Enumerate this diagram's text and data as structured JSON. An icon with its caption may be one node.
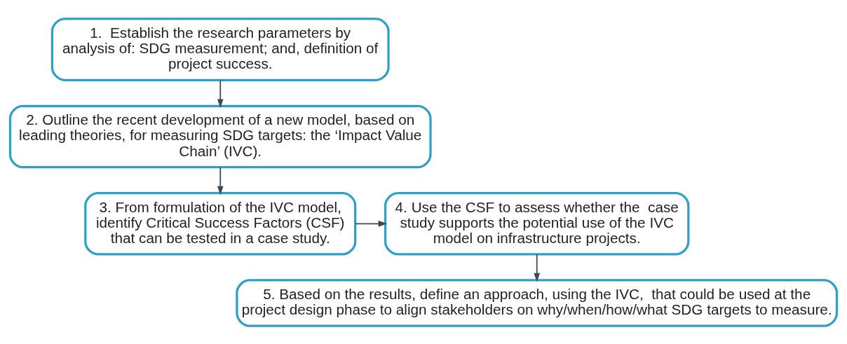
{
  "diagram": {
    "nodes": [
      {
        "text": [
          "1.  Establish the research parameters by analysis of: SDG measurement; and, definition of project success."
        ]
      },
      {
        "text": [
          "2. Outline the recent development of a new model, based on leading theories, for measuring SDG targets: the ‘Impact Value Chain’ (IVC)."
        ]
      },
      {
        "text": [
          "3. From formulation of the IVC model, identify Critical Success Factors (CSF) that can be tested in a case study."
        ]
      },
      {
        "text": [
          "4. Use the CSF to assess whether the  case study supports the potential use of the IVC model on infrastructure projects."
        ]
      },
      {
        "text": [
          "5. Based on the results, define an approach, using the IVC,  that could be used at the project design phase to align stakeholders on why/when/how/what SDG targets to measure."
        ]
      }
    ],
    "edges": [
      {
        "from": 0,
        "to": 1,
        "arrow": "to"
      },
      {
        "from": 1,
        "to": 2,
        "arrow": "to"
      },
      {
        "from": 2,
        "to": 3,
        "arrow": "to"
      },
      {
        "from": 3,
        "to": 4,
        "arrow": "to"
      }
    ]
  }
}
